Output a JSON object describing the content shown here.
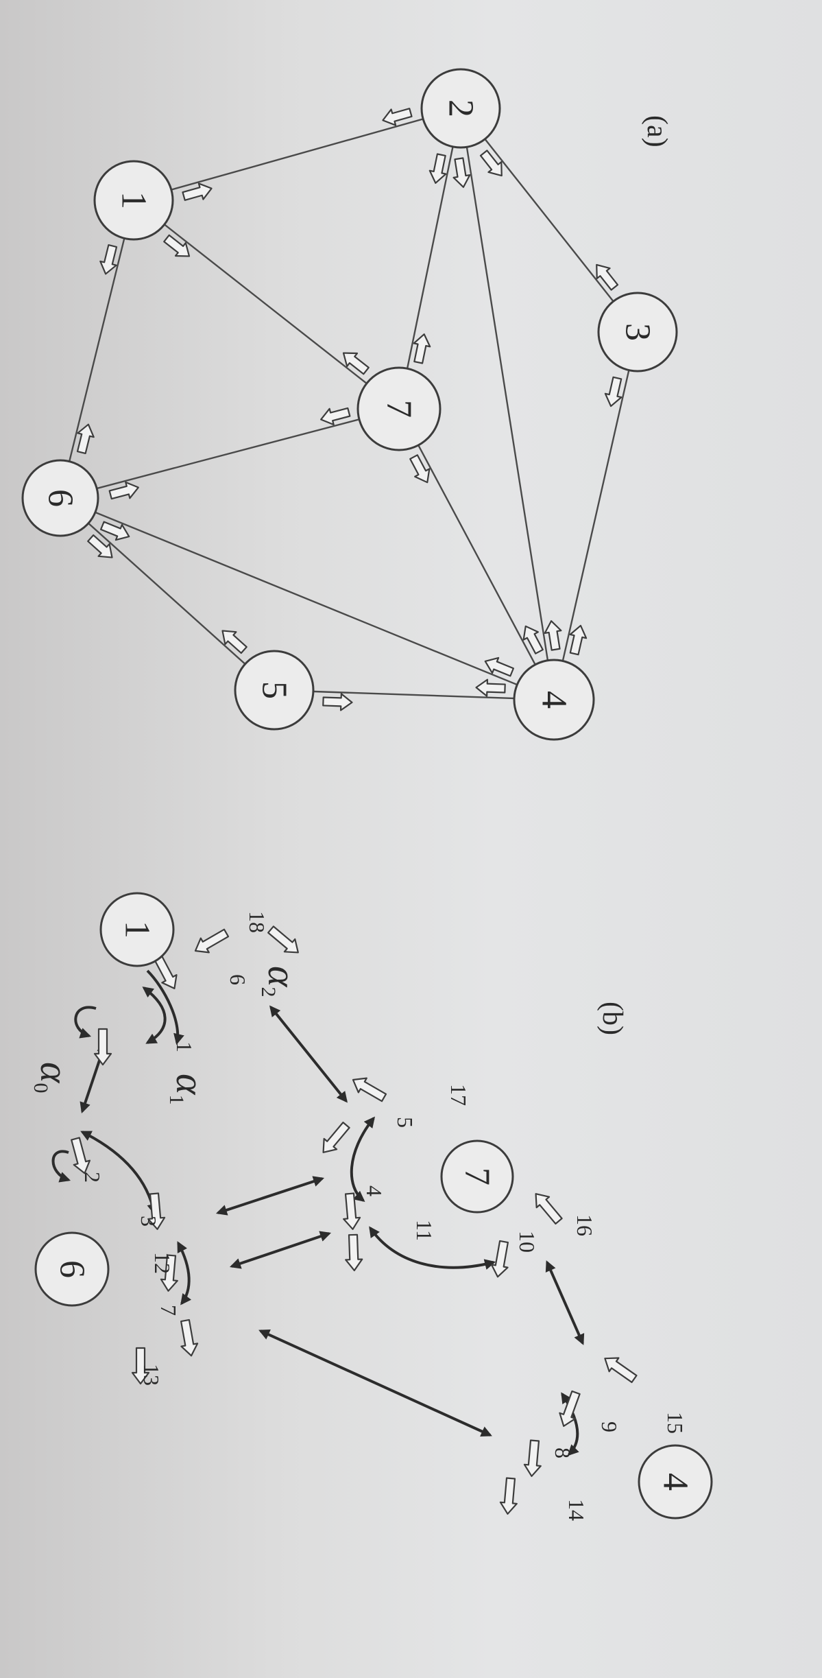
{
  "panels": [
    {
      "id": "a",
      "label": "(a)"
    },
    {
      "id": "b",
      "label": "(b)"
    }
  ],
  "graph_a": {
    "vertices": [
      "1",
      "2",
      "3",
      "4",
      "5",
      "6",
      "7"
    ],
    "edges": [
      [
        "1",
        "2"
      ],
      [
        "2",
        "3"
      ],
      [
        "3",
        "4"
      ],
      [
        "2",
        "7"
      ],
      [
        "2",
        "4"
      ],
      [
        "1",
        "7"
      ],
      [
        "1",
        "6"
      ],
      [
        "7",
        "6"
      ],
      [
        "7",
        "4"
      ],
      [
        "6",
        "4"
      ],
      [
        "6",
        "5"
      ],
      [
        "5",
        "4"
      ]
    ]
  },
  "graph_b": {
    "vertices": [
      "1",
      "7",
      "6",
      "4"
    ],
    "darts": [
      "1",
      "2",
      "3",
      "4",
      "5",
      "6",
      "7",
      "8",
      "9",
      "10",
      "11",
      "12",
      "13",
      "14",
      "15",
      "16",
      "17",
      "18"
    ],
    "alphas": [
      {
        "symbol": "α",
        "sub": "0"
      },
      {
        "symbol": "α",
        "sub": "1"
      },
      {
        "symbol": "α",
        "sub": "2"
      }
    ]
  }
}
